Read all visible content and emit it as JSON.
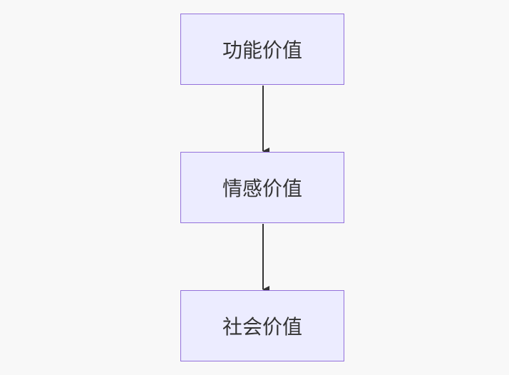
{
  "diagram": {
    "nodes": [
      {
        "id": "functional",
        "label": "功能价值"
      },
      {
        "id": "emotional",
        "label": "情感价值"
      },
      {
        "id": "social",
        "label": "社会价值"
      }
    ],
    "edges": [
      {
        "from": "functional",
        "to": "emotional"
      },
      {
        "from": "emotional",
        "to": "social"
      }
    ],
    "colors": {
      "background": "#f8f8f8",
      "node_fill": "#ececff",
      "node_border": "#9370db",
      "text": "#333333",
      "edge": "#333333"
    }
  }
}
